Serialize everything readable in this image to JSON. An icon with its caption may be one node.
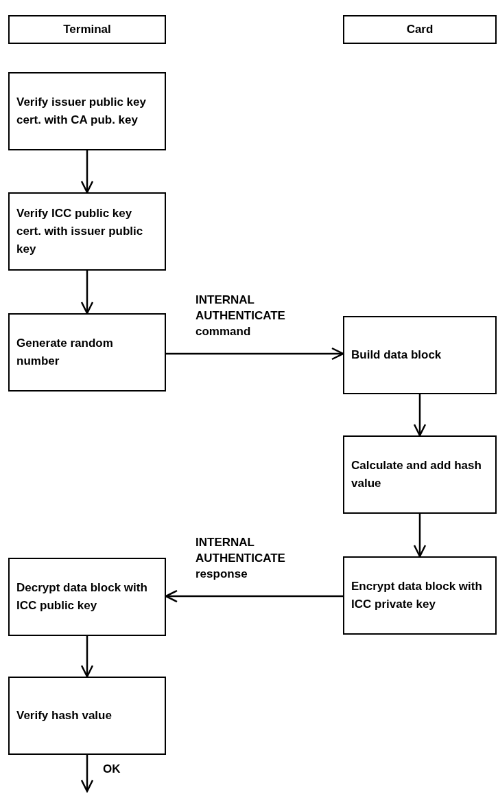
{
  "diagram": {
    "nodes": [
      {
        "text": [
          "Terminal"
        ]
      },
      {
        "text": [
          "Card"
        ]
      },
      {
        "text": [
          "Verify issuer public key cert. with CA pub. key"
        ]
      },
      {
        "text": [
          "Verify ICC public key cert. with issuer public key"
        ]
      },
      {
        "text": [
          "Generate random number"
        ]
      },
      {
        "text": [
          "Build data block"
        ]
      },
      {
        "text": [
          "Calculate and add hash value"
        ]
      },
      {
        "text": [
          "Encrypt data block with ICC private key"
        ]
      },
      {
        "text": [
          "Decrypt data block with ICC public key"
        ]
      },
      {
        "text": [
          "Verify hash value"
        ]
      }
    ],
    "edges": [
      {
        "from": 2,
        "to": 3,
        "arrow": "to"
      },
      {
        "from": 3,
        "to": 4,
        "arrow": "to"
      },
      {
        "from": 4,
        "to": 5,
        "arrow": "to",
        "label": "INTERNAL AUTHENTICATE command"
      },
      {
        "from": 5,
        "to": 6,
        "arrow": "to"
      },
      {
        "from": 6,
        "to": 7,
        "arrow": "to"
      },
      {
        "from": 7,
        "to": 8,
        "arrow": "to",
        "label": "INTERNAL AUTHENTICATE response"
      },
      {
        "from": 8,
        "to": 9,
        "arrow": "to"
      },
      {
        "from": 9,
        "to": null,
        "arrow": "to",
        "label": "OK"
      }
    ]
  }
}
